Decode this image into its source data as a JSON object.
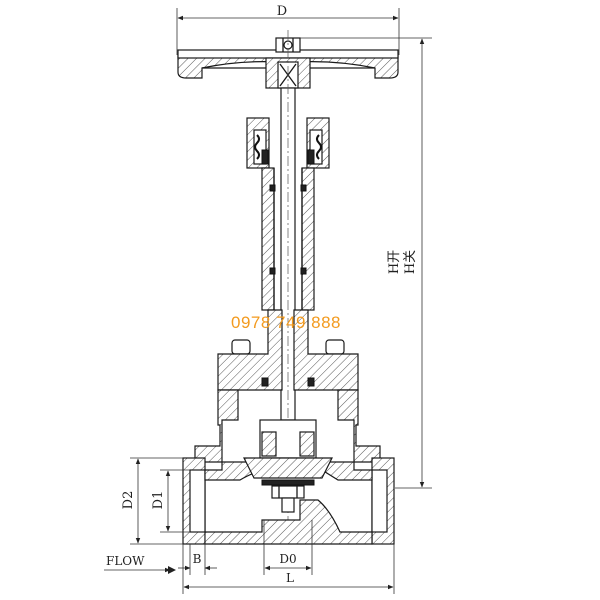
{
  "dimensions": {
    "D": "D",
    "H_open": "H开",
    "H_closed": "H关",
    "D2": "D2",
    "D1": "D1",
    "B": "B",
    "D0": "D0",
    "L": "L",
    "flow": "FLOW"
  },
  "watermark": {
    "phone": "0978 749 888",
    "color": "#f39a1e"
  }
}
